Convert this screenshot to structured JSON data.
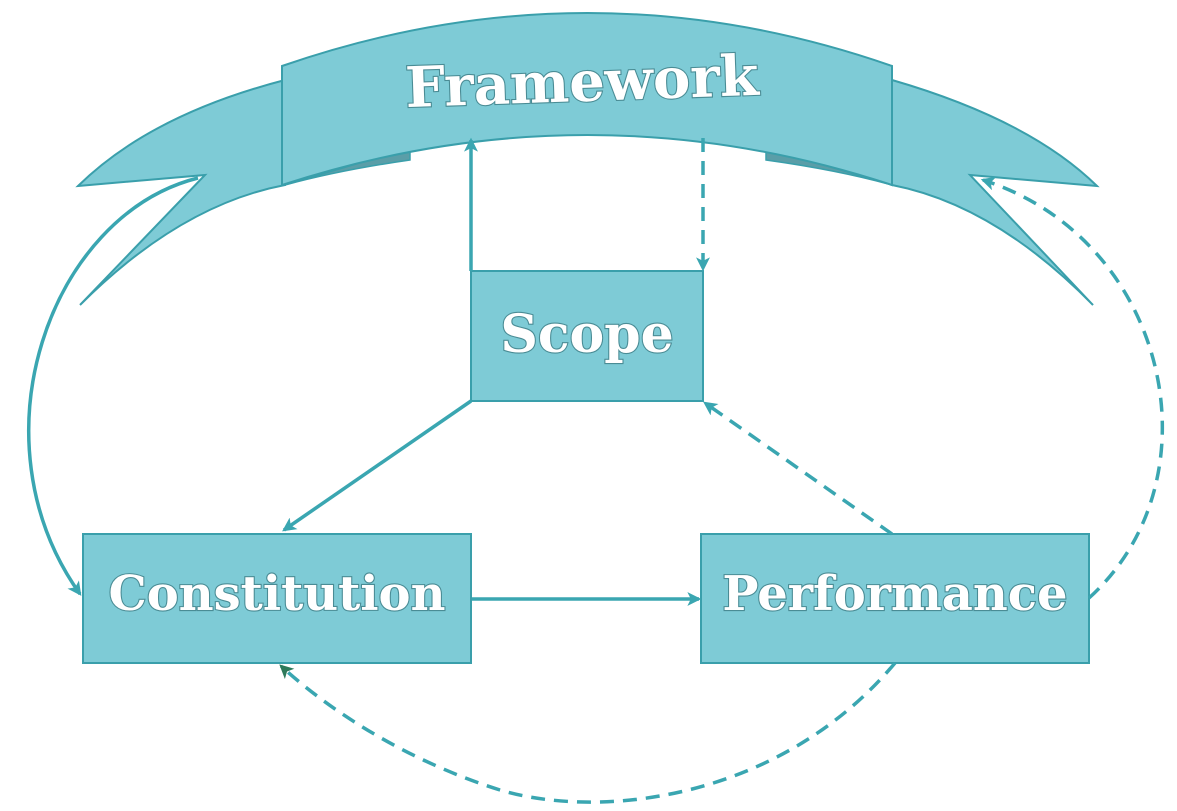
{
  "diagram": {
    "banner_label": "Framework",
    "nodes": {
      "scope": "Scope",
      "constitution": "Constitution",
      "performance": "Performance"
    },
    "colors": {
      "fill": "#7ecbd6",
      "stroke": "#3a9fab",
      "banner_fold": "#5a9ea8",
      "arrow": "#3aa6b1",
      "arrow_alt": "#2e7a5a",
      "text": "#ffffff"
    },
    "edges": [
      {
        "from": "scope",
        "to": "framework",
        "style": "solid"
      },
      {
        "from": "framework",
        "to": "scope",
        "style": "dashed"
      },
      {
        "from": "scope",
        "to": "constitution",
        "style": "solid"
      },
      {
        "from": "performance",
        "to": "scope",
        "style": "dashed"
      },
      {
        "from": "constitution",
        "to": "performance",
        "style": "solid"
      },
      {
        "from": "performance",
        "to": "constitution",
        "style": "dashed"
      },
      {
        "from": "framework",
        "to": "constitution",
        "style": "solid"
      },
      {
        "from": "performance",
        "to": "framework",
        "style": "dashed"
      }
    ]
  }
}
